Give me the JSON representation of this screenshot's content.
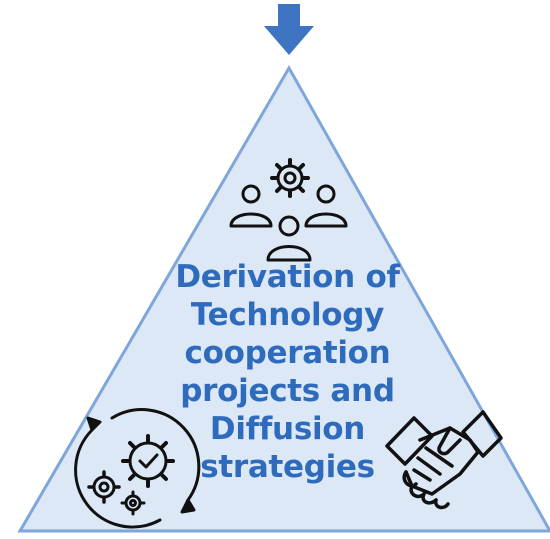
{
  "diagram": {
    "title_lines": [
      "Derivation of",
      "Technology",
      "cooperation",
      "projects and",
      "Diffusion",
      "strategies"
    ],
    "colors": {
      "triangle_fill": "#dce8f6",
      "triangle_stroke": "#7ea6da",
      "arrow": "#3f74c2",
      "text": "#2f6bbd",
      "icon": "#111111"
    },
    "icons": [
      "arrow-down-icon",
      "team-gear-icon",
      "gear-cycle-icon",
      "handshake-icon"
    ]
  }
}
